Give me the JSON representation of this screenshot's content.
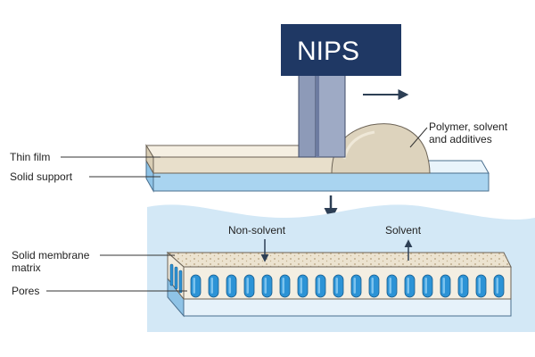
{
  "title": "NIPS",
  "labels": {
    "thin_film": "Thin film",
    "solid_support": "Solid support",
    "polymer_line1": "Polymer, solvent",
    "polymer_line2": "and additives",
    "non_solvent": "Non-solvent",
    "solvent": "Solvent",
    "matrix_line1": "Solid membrane",
    "matrix_line2": "matrix",
    "pores": "Pores"
  },
  "colors": {
    "title_box": "#1f3864",
    "title_text": "#ffffff",
    "bath": "#d3e8f6",
    "support_top": "#e9f4fb",
    "support_front": "#a9d4f0",
    "film_top": "#f5efe2",
    "film_front": "#e8dfcb",
    "polymer_blob": "#ddd3bd",
    "blade": "#8d9ab8",
    "blade_dark": "#6d7ba0",
    "pore_fill": "#2c93d6",
    "arrow": "#2d3f55"
  },
  "icons": {
    "motion_arrow": "arrow-right-icon",
    "process_arrow": "arrow-down-icon"
  }
}
